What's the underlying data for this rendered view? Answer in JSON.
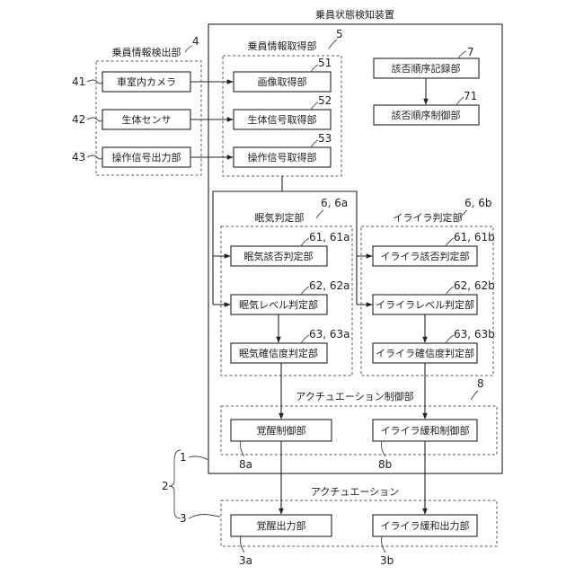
{
  "device": {
    "title": "乗員状態検知装置",
    "ref": "1"
  },
  "system_ref": "2",
  "detector": {
    "title": "乗員情報検出部",
    "ref": "4",
    "items": [
      {
        "label": "車室内カメラ",
        "ref": "41"
      },
      {
        "label": "生体センサ",
        "ref": "42"
      },
      {
        "label": "操作信号出力部",
        "ref": "43"
      }
    ]
  },
  "acquirer": {
    "title": "乗員情報取得部",
    "ref": "5",
    "items": [
      {
        "label": "画像取得部",
        "ref": "51"
      },
      {
        "label": "生体信号取得部",
        "ref": "52"
      },
      {
        "label": "操作信号取得部",
        "ref": "53"
      }
    ]
  },
  "order_record": {
    "label": "該否順序記録部",
    "ref": "7"
  },
  "order_control": {
    "label": "該否順序制御部",
    "ref": "71"
  },
  "drowsiness": {
    "title": "眠気判定部",
    "ref": "6, 6a",
    "items": [
      {
        "label": "眠気該否判定部",
        "ref": "61, 61a"
      },
      {
        "label": "眠気レベル判定部",
        "ref": "62, 62a"
      },
      {
        "label": "眠気確信度判定部",
        "ref": "63, 63a"
      }
    ]
  },
  "irritation": {
    "title": "イライラ判定部",
    "ref": "6, 6b",
    "items": [
      {
        "label": "イライラ該否判定部",
        "ref": "61, 61b"
      },
      {
        "label": "イライラレベル判定部",
        "ref": "62, 62b"
      },
      {
        "label": "イライラ確信度判定部",
        "ref": "63, 63b"
      }
    ]
  },
  "actuation_control": {
    "title": "アクチュエーション制御部",
    "ref": "8",
    "items": [
      {
        "label": "覚醒制御部",
        "ref": "8a"
      },
      {
        "label": "イライラ緩和制御部",
        "ref": "8b"
      }
    ]
  },
  "actuation": {
    "title": "アクチュエーション",
    "ref": "3",
    "items": [
      {
        "label": "覚醒出力部",
        "ref": "3a"
      },
      {
        "label": "イライラ緩和出力部",
        "ref": "3b"
      }
    ]
  }
}
